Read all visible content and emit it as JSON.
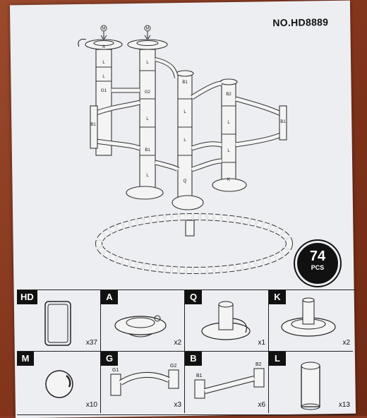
{
  "model_number": "NO.HD8889",
  "total_badge": {
    "count": "74",
    "unit": "PCS"
  },
  "tower_labels": {
    "m": "M",
    "a": "A",
    "l": "L",
    "g1": "G1",
    "g2": "G2",
    "b1": "B1",
    "b2": "B2",
    "q": "Q",
    "k": "K"
  },
  "parts": [
    {
      "code": "HD",
      "qty": "x37",
      "name": "domino tile"
    },
    {
      "code": "A",
      "qty": "x2",
      "name": "top funnel"
    },
    {
      "code": "Q",
      "qty": "x1",
      "name": "spiral base"
    },
    {
      "code": "K",
      "qty": "x2",
      "name": "column base"
    },
    {
      "code": "M",
      "qty": "x10",
      "name": "marble"
    },
    {
      "code": "G",
      "qty": "x3",
      "name": "curved track",
      "sub_left": "G1",
      "sub_right": "G2"
    },
    {
      "code": "B",
      "qty": "x6",
      "name": "straight track",
      "sub_left": "B1",
      "sub_right": "B2"
    },
    {
      "code": "L",
      "qty": "x13",
      "name": "tube"
    }
  ]
}
